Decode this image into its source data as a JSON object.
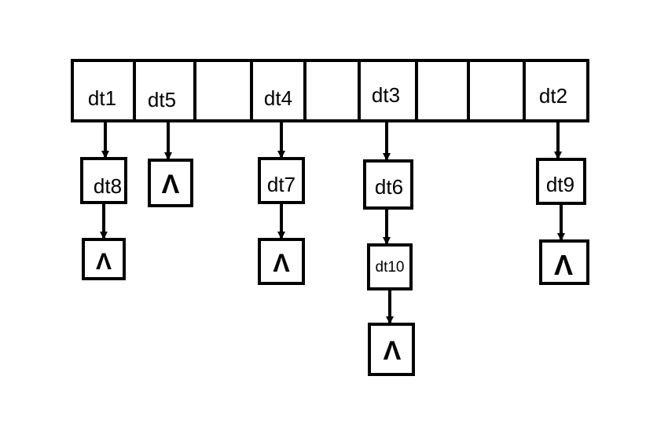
{
  "colors": {
    "stroke": "#000000",
    "background": "#ffffff"
  },
  "hash_table": {
    "slots": [
      "dt1",
      "dt5",
      "",
      "dt4",
      "",
      "dt3",
      "",
      "",
      "dt2"
    ]
  },
  "chains": [
    {
      "slot": 0,
      "nodes": [
        "dt8"
      ],
      "null_symbol": "Λ"
    },
    {
      "slot": 1,
      "nodes": [],
      "null_symbol": "Λ"
    },
    {
      "slot": 3,
      "nodes": [
        "dt7"
      ],
      "null_symbol": "Λ"
    },
    {
      "slot": 5,
      "nodes": [
        "dt6",
        "dt10"
      ],
      "null_symbol": "Λ"
    },
    {
      "slot": 8,
      "nodes": [
        "dt9"
      ],
      "null_symbol": "Λ"
    }
  ]
}
